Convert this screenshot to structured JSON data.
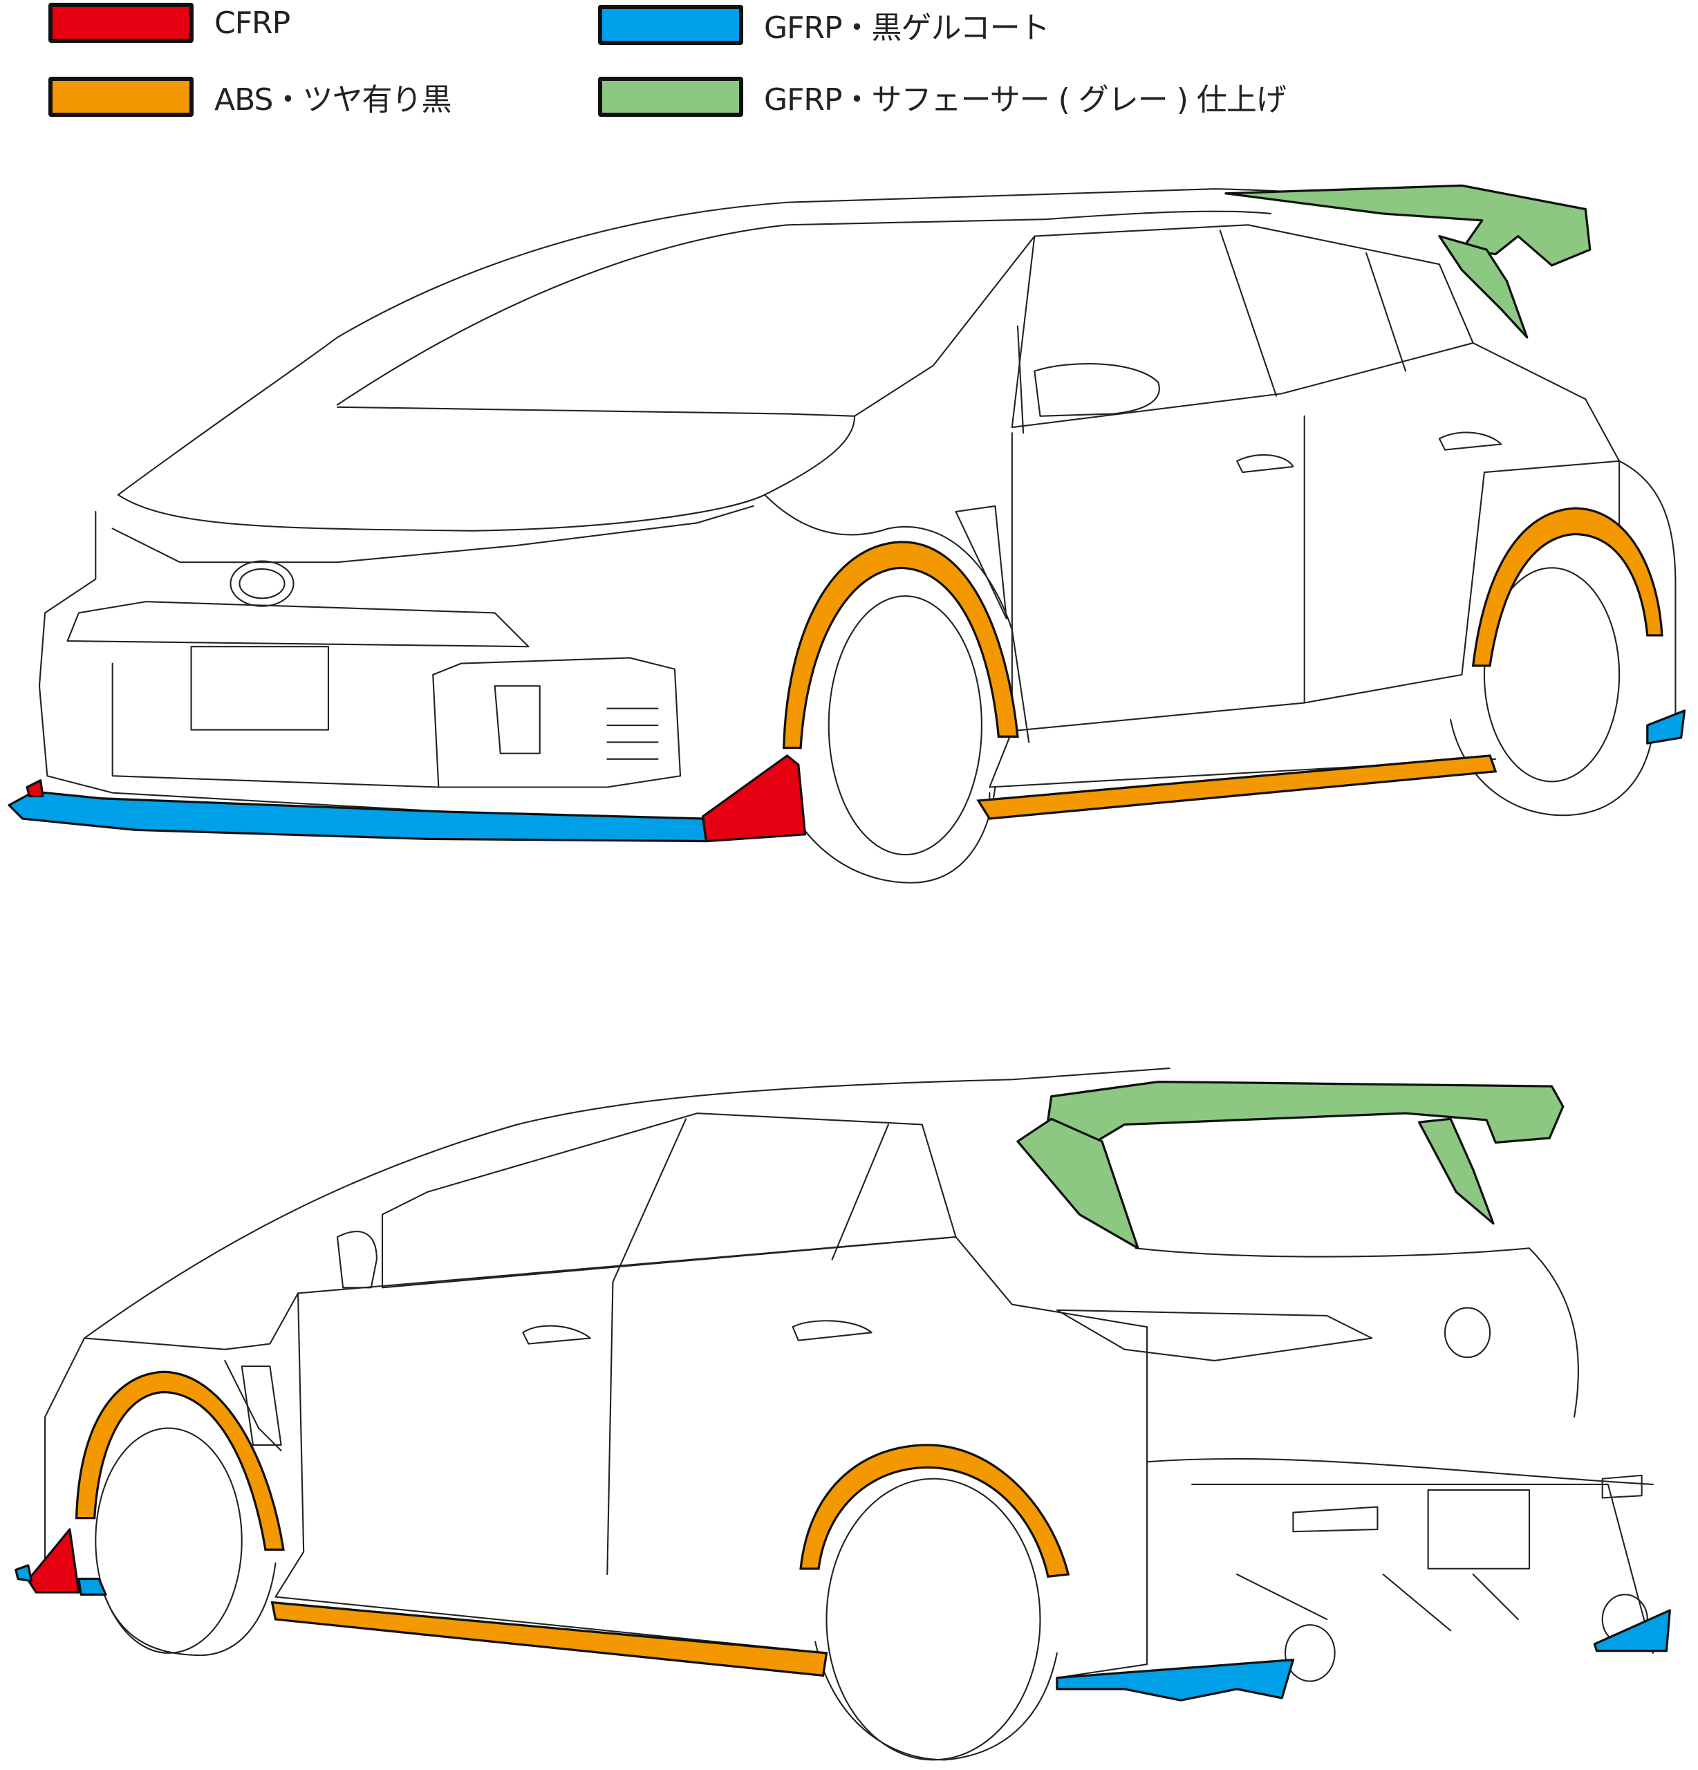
{
  "legend": [
    {
      "label": "CFRP",
      "color": "#e60012"
    },
    {
      "label": "GFRP・黒ゲルコート",
      "color": "#00a0e9"
    },
    {
      "label": "ABS・ツヤ有り黒",
      "color": "#f39800"
    },
    {
      "label": "GFRP・サフェーサー ( グレー ) 仕上げ",
      "color": "#8cc882"
    }
  ],
  "views": [
    "front-three-quarter",
    "rear-three-quarter"
  ]
}
